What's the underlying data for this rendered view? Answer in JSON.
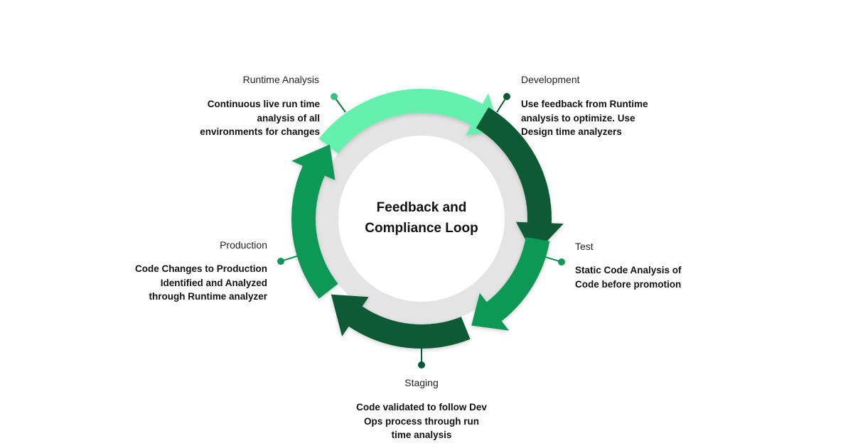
{
  "center_title": "Feedback and Compliance Loop",
  "colors": {
    "light_green": "#66f0ad",
    "dark_green": "#075a34",
    "medium_green": "#0f9856",
    "inner_ring": "#e4e4e4"
  },
  "stages": {
    "runtime_analysis": {
      "title": "Runtime Analysis",
      "description": "Continuous live run time analysis of all environments for changes"
    },
    "development": {
      "title": "Development",
      "description": "Use feedback from Runtime analysis to optimize. Use Design time analyzers"
    },
    "test": {
      "title": "Test",
      "description": "Static Code Analysis of Code before promotion"
    },
    "staging": {
      "title": "Staging",
      "description": "Code validated to follow Dev Ops process through run time analysis"
    },
    "production": {
      "title": "Production",
      "description": "Code Changes to Production Identified and Analyzed through Runtime analyzer"
    }
  }
}
